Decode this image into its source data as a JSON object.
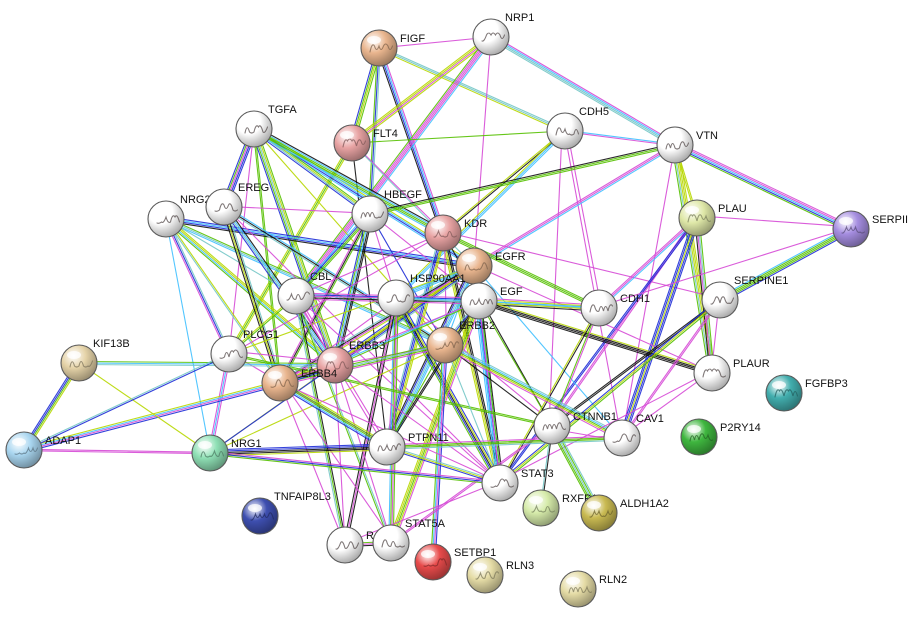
{
  "colors": {
    "edge_types": [
      "#d64ad6",
      "#40c0ff",
      "#55c000",
      "#111111",
      "#b7d700",
      "#1d2bd6",
      "#74c7c7"
    ],
    "background": "#ffffff"
  },
  "nodes": [
    {
      "id": "FIGF",
      "label": "FIGF",
      "color": "#e9b58e"
    },
    {
      "id": "NRP1",
      "label": "NRP1",
      "color": "#ffffff"
    },
    {
      "id": "FLT4",
      "label": "FLT4",
      "color": "#e8a3a3"
    },
    {
      "id": "TGFA",
      "label": "TGFA",
      "color": "#ffffff"
    },
    {
      "id": "CDH5",
      "label": "CDH5",
      "color": "#ffffff"
    },
    {
      "id": "VTN",
      "label": "VTN",
      "color": "#ffffff"
    },
    {
      "id": "NRG2",
      "label": "NRG2",
      "color": "#ffffff"
    },
    {
      "id": "EREG",
      "label": "EREG",
      "color": "#ffffff"
    },
    {
      "id": "HBEGF",
      "label": "HBEGF",
      "color": "#ffffff"
    },
    {
      "id": "KDR",
      "label": "KDR",
      "color": "#e8a3a3"
    },
    {
      "id": "PLAU",
      "label": "PLAU",
      "color": "#dfe8a8"
    },
    {
      "id": "SERPINB2",
      "label": "SERPII",
      "color": "#a58de0"
    },
    {
      "id": "EGFR",
      "label": "EGFR",
      "color": "#e9b58e"
    },
    {
      "id": "CBL",
      "label": "CBL",
      "color": "#ffffff"
    },
    {
      "id": "HSP90AA1",
      "label": "HSP90AA1",
      "color": "#ffffff"
    },
    {
      "id": "EGF",
      "label": "EGF",
      "color": "#ffffff"
    },
    {
      "id": "CDH1",
      "label": "CDH1",
      "color": "#ffffff"
    },
    {
      "id": "SERPINE1",
      "label": "SERPINE1",
      "color": "#ffffff"
    },
    {
      "id": "PLCG1",
      "label": "PLCG1",
      "color": "#ffffff"
    },
    {
      "id": "ERBB2",
      "label": "ERBB2",
      "color": "#e9b58e"
    },
    {
      "id": "ERBB3",
      "label": "ERBB3",
      "color": "#e8a3a3"
    },
    {
      "id": "ERBB4",
      "label": "ERBB4",
      "color": "#e9b58e"
    },
    {
      "id": "KIF13B",
      "label": "KIF13B",
      "color": "#e5d3a8"
    },
    {
      "id": "PLAUR",
      "label": "PLAUR",
      "color": "#ffffff"
    },
    {
      "id": "FGFBP3",
      "label": "FGFBP3",
      "color": "#42aeae"
    },
    {
      "id": "CTNNB1",
      "label": "CTNNB1",
      "color": "#ffffff"
    },
    {
      "id": "CAV1",
      "label": "CAV1",
      "color": "#ffffff"
    },
    {
      "id": "P2RY14",
      "label": "P2RY14",
      "color": "#3fb63f"
    },
    {
      "id": "ADAP1",
      "label": "ADAP1",
      "color": "#a9d6f0"
    },
    {
      "id": "NRG1",
      "label": "NRG1",
      "color": "#8fe0b5"
    },
    {
      "id": "PTPN11",
      "label": "PTPN11",
      "color": "#ffffff"
    },
    {
      "id": "STAT3",
      "label": "STAT3",
      "color": "#ffffff"
    },
    {
      "id": "RXFP1",
      "label": "RXFP1",
      "color": "#d6ebaa"
    },
    {
      "id": "ALDH1A2",
      "label": "ALDH1A2",
      "color": "#c9ba52"
    },
    {
      "id": "TNFAIP8L3",
      "label": "TNFAIP8L3",
      "color": "#3e4fb0"
    },
    {
      "id": "RAP1A",
      "label": "RAP1A",
      "color": "#ffffff"
    },
    {
      "id": "STAT5A",
      "label": "STAT5A",
      "color": "#ffffff"
    },
    {
      "id": "SETBP1",
      "label": "SETBP1",
      "color": "#e84b4b"
    },
    {
      "id": "RLN3",
      "label": "RLN3",
      "color": "#e5dca6"
    },
    {
      "id": "RLN2",
      "label": "RLN2",
      "color": "#e5dca6"
    }
  ],
  "edges": [
    [
      "FIGF",
      "NRP1"
    ],
    [
      "FIGF",
      "FLT4"
    ],
    [
      "FIGF",
      "KDR"
    ],
    [
      "FIGF",
      "HBEGF"
    ],
    [
      "FIGF",
      "CDH5"
    ],
    [
      "NRP1",
      "FLT4"
    ],
    [
      "NRP1",
      "KDR"
    ],
    [
      "NRP1",
      "CDH5"
    ],
    [
      "NRP1",
      "EGFR"
    ],
    [
      "NRP1",
      "VTN"
    ],
    [
      "NRP1",
      "CBL"
    ],
    [
      "FLT4",
      "KDR"
    ],
    [
      "FLT4",
      "CDH5"
    ],
    [
      "FLT4",
      "PTPN11"
    ],
    [
      "FLT4",
      "PLCG1"
    ],
    [
      "FLT4",
      "HSP90AA1"
    ],
    [
      "FLT4",
      "EGFR"
    ],
    [
      "FLT4",
      "CBL"
    ],
    [
      "TGFA",
      "EGFR"
    ],
    [
      "TGFA",
      "ERBB2"
    ],
    [
      "TGFA",
      "ERBB3"
    ],
    [
      "TGFA",
      "ERBB4"
    ],
    [
      "TGFA",
      "EGF"
    ],
    [
      "TGFA",
      "HBEGF"
    ],
    [
      "TGFA",
      "EREG"
    ],
    [
      "TGFA",
      "NRG2"
    ],
    [
      "TGFA",
      "CBL"
    ],
    [
      "TGFA",
      "PLCG1"
    ],
    [
      "TGFA",
      "KDR"
    ],
    [
      "CDH5",
      "KDR"
    ],
    [
      "CDH5",
      "CTNNB1"
    ],
    [
      "CDH5",
      "CDH1"
    ],
    [
      "CDH5",
      "EGFR"
    ],
    [
      "CDH5",
      "CAV1"
    ],
    [
      "CDH5",
      "VTN"
    ],
    [
      "CDH5",
      "PTPN11"
    ],
    [
      "CDH5",
      "HSP90AA1"
    ],
    [
      "VTN",
      "PLAU"
    ],
    [
      "VTN",
      "PLAUR"
    ],
    [
      "VTN",
      "SERPINE1"
    ],
    [
      "VTN",
      "SERPINB2"
    ],
    [
      "VTN",
      "KDR"
    ],
    [
      "VTN",
      "EGFR"
    ],
    [
      "VTN",
      "CDH1"
    ],
    [
      "VTN",
      "CAV1"
    ],
    [
      "VTN",
      "HBEGF"
    ],
    [
      "NRG2",
      "ERBB3"
    ],
    [
      "NRG2",
      "ERBB4"
    ],
    [
      "NRG2",
      "EGFR"
    ],
    [
      "NRG2",
      "ERBB2"
    ],
    [
      "NRG2",
      "NRG1"
    ],
    [
      "NRG2",
      "EREG"
    ],
    [
      "NRG2",
      "PLCG1"
    ],
    [
      "NRG2",
      "PTPN11"
    ],
    [
      "NRG2",
      "CBL"
    ],
    [
      "EREG",
      "EGFR"
    ],
    [
      "EREG",
      "ERBB2"
    ],
    [
      "EREG",
      "ERBB3"
    ],
    [
      "EREG",
      "ERBB4"
    ],
    [
      "EREG",
      "EGF"
    ],
    [
      "EREG",
      "HBEGF"
    ],
    [
      "EREG",
      "CBL"
    ],
    [
      "EREG",
      "PLCG1"
    ],
    [
      "EREG",
      "STAT3"
    ],
    [
      "HBEGF",
      "EGFR"
    ],
    [
      "HBEGF",
      "ERBB2"
    ],
    [
      "HBEGF",
      "ERBB4"
    ],
    [
      "HBEGF",
      "EGF"
    ],
    [
      "HBEGF",
      "KDR"
    ],
    [
      "HBEGF",
      "CBL"
    ],
    [
      "HBEGF",
      "PLAUR"
    ],
    [
      "HBEGF",
      "HSP90AA1"
    ],
    [
      "HBEGF",
      "ERBB3"
    ],
    [
      "KDR",
      "EGFR"
    ],
    [
      "KDR",
      "PLCG1"
    ],
    [
      "KDR",
      "PTPN11"
    ],
    [
      "KDR",
      "HSP90AA1"
    ],
    [
      "KDR",
      "CBL"
    ],
    [
      "KDR",
      "CTNNB1"
    ],
    [
      "KDR",
      "CAV1"
    ],
    [
      "KDR",
      "CDH1"
    ],
    [
      "KDR",
      "STAT3"
    ],
    [
      "KDR",
      "PLAU"
    ],
    [
      "KDR",
      "SERPINE1"
    ],
    [
      "KDR",
      "ERBB2"
    ],
    [
      "PLAU",
      "PLAUR"
    ],
    [
      "PLAU",
      "SERPINE1"
    ],
    [
      "PLAU",
      "SERPINB2"
    ],
    [
      "PLAU",
      "EGFR"
    ],
    [
      "PLAU",
      "CAV1"
    ],
    [
      "PLAU",
      "CTNNB1"
    ],
    [
      "PLAU",
      "CDH1"
    ],
    [
      "PLAU",
      "STAT3"
    ],
    [
      "SERPINB2",
      "PLAUR"
    ],
    [
      "SERPINB2",
      "SERPINE1"
    ],
    [
      "SERPINB2",
      "CDH1"
    ],
    [
      "EGFR",
      "EGF"
    ],
    [
      "EGFR",
      "ERBB2"
    ],
    [
      "EGFR",
      "ERBB3"
    ],
    [
      "EGFR",
      "ERBB4"
    ],
    [
      "EGFR",
      "CBL"
    ],
    [
      "EGFR",
      "HSP90AA1"
    ],
    [
      "EGFR",
      "PLCG1"
    ],
    [
      "EGFR",
      "PTPN11"
    ],
    [
      "EGFR",
      "STAT3"
    ],
    [
      "EGFR",
      "STAT5A"
    ],
    [
      "EGFR",
      "CTNNB1"
    ],
    [
      "EGFR",
      "CAV1"
    ],
    [
      "EGFR",
      "CDH1"
    ],
    [
      "EGFR",
      "PLAUR"
    ],
    [
      "EGFR",
      "SERPINE1"
    ],
    [
      "EGFR",
      "NRG1"
    ],
    [
      "EGFR",
      "RAP1A"
    ],
    [
      "EGFR",
      "KIF13B"
    ],
    [
      "CBL",
      "EGF"
    ],
    [
      "CBL",
      "ERBB2"
    ],
    [
      "CBL",
      "ERBB3"
    ],
    [
      "CBL",
      "ERBB4"
    ],
    [
      "CBL",
      "HSP90AA1"
    ],
    [
      "CBL",
      "PLCG1"
    ],
    [
      "CBL",
      "PTPN11"
    ],
    [
      "CBL",
      "STAT3"
    ],
    [
      "CBL",
      "STAT5A"
    ],
    [
      "CBL",
      "CTNNB1"
    ],
    [
      "CBL",
      "RAP1A"
    ],
    [
      "CBL",
      "NRG1"
    ],
    [
      "HSP90AA1",
      "EGF"
    ],
    [
      "HSP90AA1",
      "ERBB2"
    ],
    [
      "HSP90AA1",
      "ERBB3"
    ],
    [
      "HSP90AA1",
      "ERBB4"
    ],
    [
      "HSP90AA1",
      "PLCG1"
    ],
    [
      "HSP90AA1",
      "PTPN11"
    ],
    [
      "HSP90AA1",
      "STAT3"
    ],
    [
      "HSP90AA1",
      "STAT5A"
    ],
    [
      "HSP90AA1",
      "CTNNB1"
    ],
    [
      "HSP90AA1",
      "CAV1"
    ],
    [
      "HSP90AA1",
      "CDH1"
    ],
    [
      "HSP90AA1",
      "RAP1A"
    ],
    [
      "EGF",
      "ERBB2"
    ],
    [
      "EGF",
      "ERBB3"
    ],
    [
      "EGF",
      "ERBB4"
    ],
    [
      "EGF",
      "PLCG1"
    ],
    [
      "EGF",
      "PTPN11"
    ],
    [
      "EGF",
      "STAT3"
    ],
    [
      "EGF",
      "STAT5A"
    ],
    [
      "EGF",
      "CTNNB1"
    ],
    [
      "EGF",
      "CDH1"
    ],
    [
      "EGF",
      "PLAUR"
    ],
    [
      "EGF",
      "SERPINE1"
    ],
    [
      "EGF",
      "CAV1"
    ],
    [
      "EGF",
      "NRG1"
    ],
    [
      "CDH1",
      "CTNNB1"
    ],
    [
      "CDH1",
      "CAV1"
    ],
    [
      "CDH1",
      "SERPINE1"
    ],
    [
      "CDH1",
      "PLAUR"
    ],
    [
      "CDH1",
      "STAT3"
    ],
    [
      "CDH1",
      "ERBB2"
    ],
    [
      "CDH1",
      "PTPN11"
    ],
    [
      "SERPINE1",
      "PLAUR"
    ],
    [
      "SERPINE1",
      "CTNNB1"
    ],
    [
      "SERPINE1",
      "CAV1"
    ],
    [
      "SERPINE1",
      "STAT3"
    ],
    [
      "PLCG1",
      "ERBB2"
    ],
    [
      "PLCG1",
      "ERBB3"
    ],
    [
      "PLCG1",
      "ERBB4"
    ],
    [
      "PLCG1",
      "PTPN11"
    ],
    [
      "PLCG1",
      "STAT3"
    ],
    [
      "PLCG1",
      "RAP1A"
    ],
    [
      "PLCG1",
      "NRG1"
    ],
    [
      "PLCG1",
      "CTNNB1"
    ],
    [
      "ERBB2",
      "ERBB3"
    ],
    [
      "ERBB2",
      "ERBB4"
    ],
    [
      "ERBB2",
      "PTPN11"
    ],
    [
      "ERBB2",
      "STAT3"
    ],
    [
      "ERBB2",
      "STAT5A"
    ],
    [
      "ERBB2",
      "CTNNB1"
    ],
    [
      "ERBB2",
      "CAV1"
    ],
    [
      "ERBB2",
      "RAP1A"
    ],
    [
      "ERBB2",
      "NRG1"
    ],
    [
      "ERBB2",
      "SETBP1"
    ],
    [
      "ERBB3",
      "ERBB4"
    ],
    [
      "ERBB3",
      "PTPN11"
    ],
    [
      "ERBB3",
      "STAT3"
    ],
    [
      "ERBB3",
      "STAT5A"
    ],
    [
      "ERBB3",
      "NRG1"
    ],
    [
      "ERBB3",
      "RAP1A"
    ],
    [
      "ERBB3",
      "CTNNB1"
    ],
    [
      "ERBB3",
      "KIF13B"
    ],
    [
      "ERBB4",
      "PTPN11"
    ],
    [
      "ERBB4",
      "STAT3"
    ],
    [
      "ERBB4",
      "STAT5A"
    ],
    [
      "ERBB4",
      "NRG1"
    ],
    [
      "ERBB4",
      "RAP1A"
    ],
    [
      "ERBB4",
      "CTNNB1"
    ],
    [
      "ERBB4",
      "ADAP1"
    ],
    [
      "KIF13B",
      "ADAP1"
    ],
    [
      "KIF13B",
      "NRG1"
    ],
    [
      "PLAUR",
      "CAV1"
    ],
    [
      "PLAUR",
      "CTNNB1"
    ],
    [
      "PLAUR",
      "STAT3"
    ],
    [
      "CTNNB1",
      "CAV1"
    ],
    [
      "CTNNB1",
      "PTPN11"
    ],
    [
      "CTNNB1",
      "STAT3"
    ],
    [
      "CTNNB1",
      "RXFP1"
    ],
    [
      "CTNNB1",
      "ALDH1A2"
    ],
    [
      "CTNNB1",
      "STAT5A"
    ],
    [
      "CAV1",
      "STAT3"
    ],
    [
      "CAV1",
      "PTPN11"
    ],
    [
      "ADAP1",
      "NRG1"
    ],
    [
      "ADAP1",
      "PLCG1"
    ],
    [
      "NRG1",
      "PTPN11"
    ],
    [
      "NRG1",
      "RAP1A"
    ],
    [
      "NRG1",
      "STAT3"
    ],
    [
      "PTPN11",
      "STAT3"
    ],
    [
      "PTPN11",
      "STAT5A"
    ],
    [
      "PTPN11",
      "RAP1A"
    ],
    [
      "PTPN11",
      "SETBP1"
    ],
    [
      "STAT3",
      "STAT5A"
    ],
    [
      "STAT3",
      "RAP1A"
    ],
    [
      "RAP1A",
      "STAT5A"
    ],
    [
      "RXFP1",
      "RLN3"
    ],
    [
      "RXFP1",
      "RLN2"
    ],
    [
      "RLN3",
      "RLN2"
    ]
  ]
}
